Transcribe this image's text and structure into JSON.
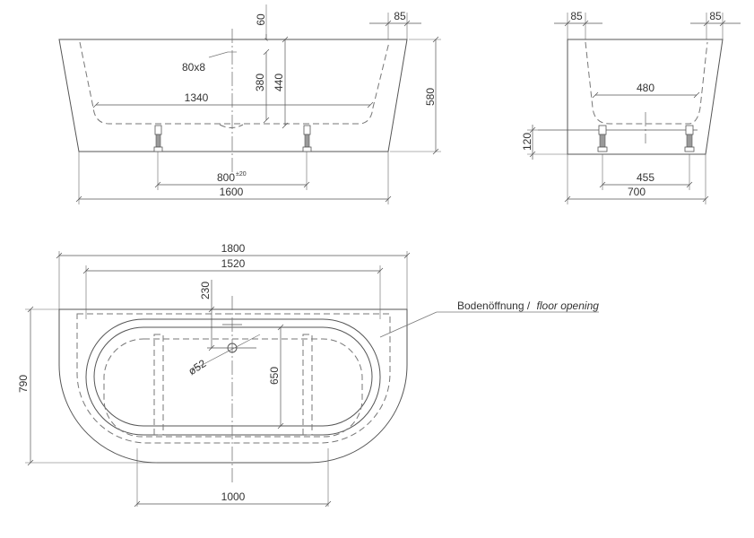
{
  "colors": {
    "line": "#555555",
    "text": "#333333",
    "background": "#ffffff"
  },
  "front_view": {
    "dim_rim_height": "60",
    "dim_wall_offset": "85",
    "dim_drain_size": "80x8",
    "dim_inner_length": "1340",
    "dim_drain_depth": "380",
    "dim_total_depth": "440",
    "dim_height": "580",
    "dim_feet_spacing": "800",
    "dim_feet_tolerance": "±20",
    "dim_base_length": "1600"
  },
  "side_view": {
    "dim_left_offset": "85",
    "dim_right_offset": "85",
    "dim_inner_width": "480",
    "dim_feet_height": "120",
    "dim_feet_spacing": "455",
    "dim_base_width": "700"
  },
  "top_view": {
    "dim_length": "1800",
    "dim_inner_length": "1520",
    "dim_drain_offset": "230",
    "dim_drain_diameter": "ø52",
    "dim_inner_width": "650",
    "dim_width": "790",
    "dim_front_straight": "1000",
    "floor_opening_label_de": "Bodenöffnung /",
    "floor_opening_label_en": "floor opening"
  }
}
